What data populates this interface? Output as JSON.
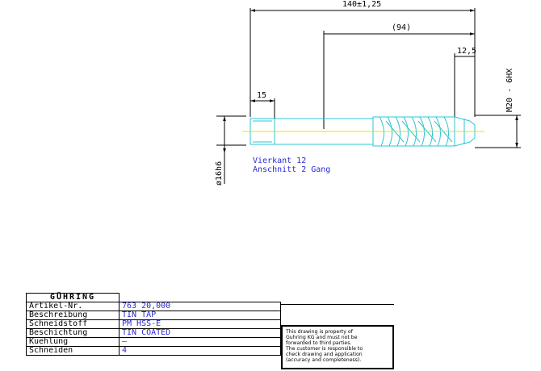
{
  "dimensions": {
    "overall_length": "140±1,25",
    "thread_length": "(94)",
    "chamfer_length": "12,5",
    "square_length": "15",
    "shank_diameter": "ø16h6",
    "thread_size": "M20 - 6HX"
  },
  "notes": {
    "line1": "Vierkant 12",
    "line2": "Anschnitt 2 Gang"
  },
  "title_block": {
    "logo": "GÜHRING",
    "rows": [
      {
        "key": "Artikel-Nr.",
        "value": "763 20,000"
      },
      {
        "key": "Beschreibung",
        "value": "TIN TAP"
      },
      {
        "key": "Schneidstoff",
        "value": "PM HSS-E"
      },
      {
        "key": "Beschichtung",
        "value": "TIN COATED"
      },
      {
        "key": "Kuehlung",
        "value": "–"
      },
      {
        "key": "Schneiden",
        "value": "4"
      }
    ]
  },
  "disclaimer": {
    "line1": "This drawing is property of",
    "line2": "Guhring KG and must not be",
    "line3": "forwarded to third parties.",
    "line4": "The customer is responsible to",
    "line5": "check drawing and application",
    "line6": "(accuracy and completeness)."
  },
  "colors": {
    "outline": "#000000",
    "tool_body": "#2ec4d6",
    "centerline": "#e8e000",
    "note_text": "#2b2bd6"
  }
}
